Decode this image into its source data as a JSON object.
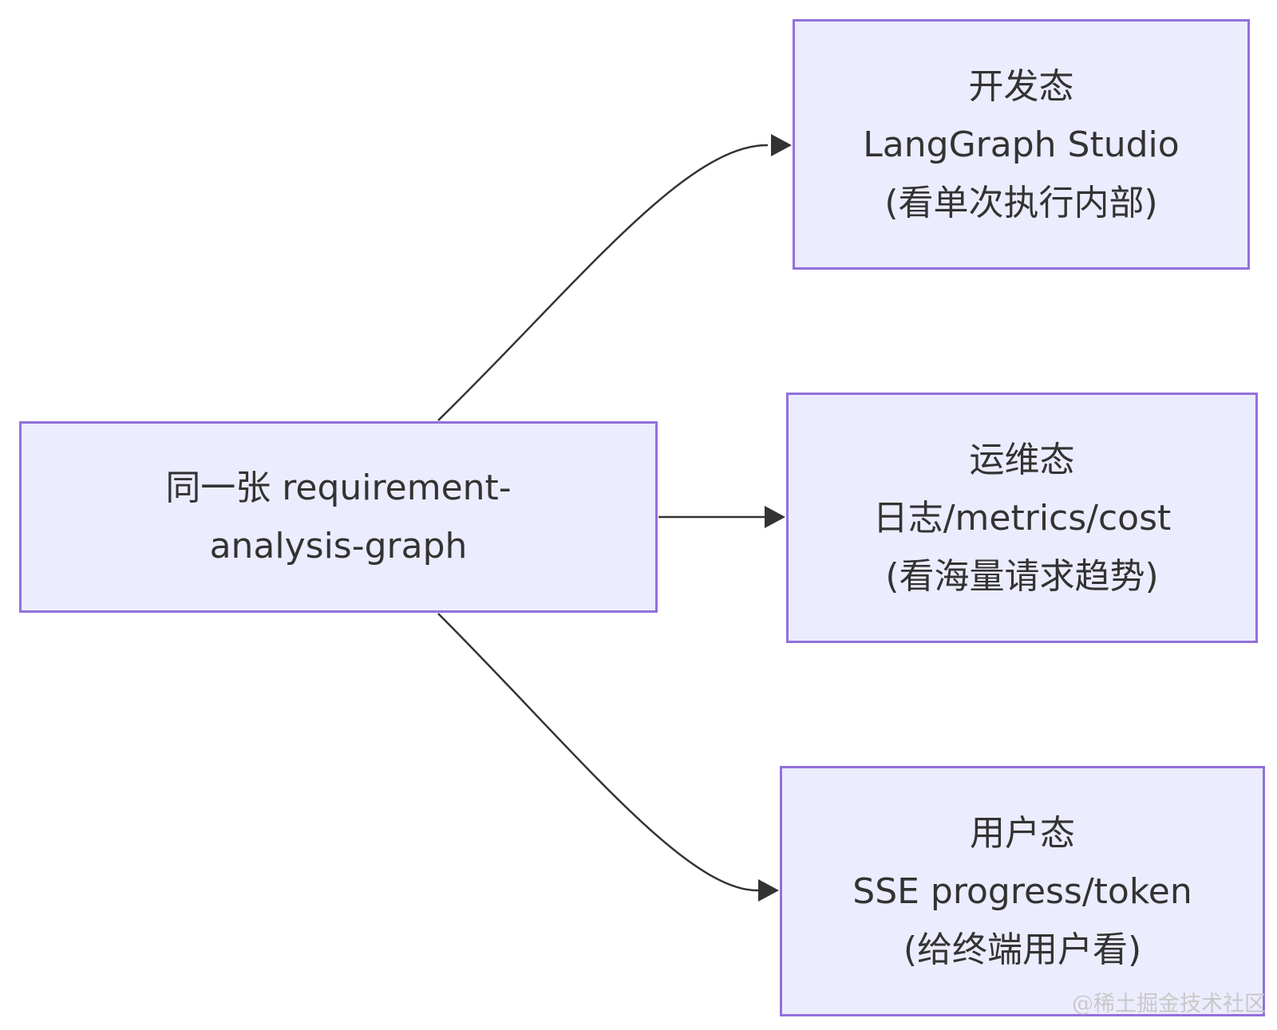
{
  "nodes": {
    "source": {
      "lines": [
        "同一张 requirement-",
        "analysis-graph"
      ]
    },
    "dev": {
      "lines": [
        "开发态",
        "LangGraph Studio",
        "(看单次执行内部)"
      ]
    },
    "ops": {
      "lines": [
        "运维态",
        "日志/metrics/cost",
        "(看海量请求趋势)"
      ]
    },
    "user": {
      "lines": [
        "用户态",
        "SSE progress/token",
        "(给终端用户看)"
      ]
    }
  },
  "watermark": "@稀土掘金技术社区",
  "colors": {
    "node_fill": "#ECECFF",
    "node_border": "#9370DB",
    "edge": "#333333",
    "text": "#333333"
  }
}
